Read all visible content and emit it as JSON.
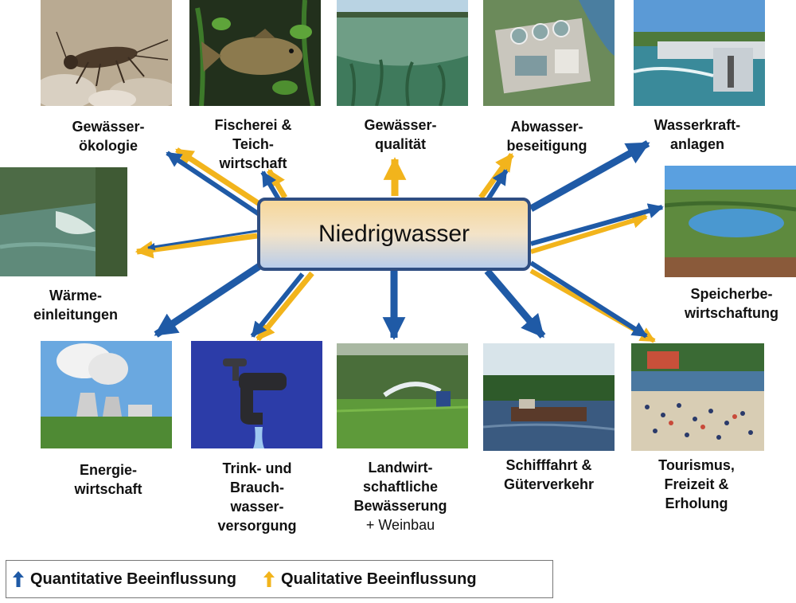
{
  "center": {
    "label": "Niedrigwasser"
  },
  "colors": {
    "quantitative": "#1f5aa6",
    "qualitative": "#f2b41c",
    "box_border": "#2f4e82"
  },
  "categories": [
    {
      "id": "gewaesseroekologie",
      "lines": [
        "Gewässer-",
        "ökologie"
      ],
      "icon": "insect-larva-icon",
      "effects": [
        "quantitative",
        "qualitative"
      ]
    },
    {
      "id": "fischerei",
      "lines": [
        "Fischerei &",
        "Teich-",
        "wirtschaft"
      ],
      "icon": "carp-fish-icon",
      "effects": [
        "quantitative",
        "qualitative"
      ]
    },
    {
      "id": "gewaesserqualitaet",
      "lines": [
        "Gewässer-",
        "qualität"
      ],
      "icon": "underwater-plants-icon",
      "effects": [
        "qualitative"
      ]
    },
    {
      "id": "abwasser",
      "lines": [
        "Abwasser-",
        "beseitigung"
      ],
      "icon": "sewage-plant-icon",
      "effects": [
        "quantitative",
        "qualitative"
      ]
    },
    {
      "id": "wasserkraft",
      "lines": [
        "Wasserkraft-",
        "anlagen"
      ],
      "icon": "hydropower-dam-icon",
      "effects": [
        "quantitative"
      ]
    },
    {
      "id": "speicher",
      "lines": [
        "Speicherbe-",
        "wirtschaftung"
      ],
      "icon": "reservoir-lake-icon",
      "effects": [
        "quantitative",
        "qualitative"
      ]
    },
    {
      "id": "waerme",
      "lines": [
        "Wärme-",
        "einleitungen"
      ],
      "icon": "river-weir-icon",
      "effects": [
        "quantitative",
        "qualitative"
      ]
    },
    {
      "id": "energie",
      "lines": [
        "Energie-",
        "wirtschaft"
      ],
      "icon": "cooling-tower-icon",
      "effects": [
        "quantitative"
      ]
    },
    {
      "id": "trinkwasser",
      "lines": [
        "Trink- und",
        "Brauch-",
        "wasser-",
        "versorgung"
      ],
      "icon": "water-tap-icon",
      "effects": [
        "quantitative",
        "qualitative"
      ]
    },
    {
      "id": "landwirtschaft",
      "lines": [
        "Landwirt-",
        "schaftliche",
        "Bewässerung"
      ],
      "sub": "+ Weinbau",
      "icon": "field-irrigation-icon",
      "effects": [
        "quantitative"
      ]
    },
    {
      "id": "schifffahrt",
      "lines": [
        "Schifffahrt &",
        "Güterverkehr"
      ],
      "icon": "cargo-ship-icon",
      "effects": [
        "quantitative"
      ]
    },
    {
      "id": "tourismus",
      "lines": [
        "Tourismus,",
        "Freizeit &",
        "Erholung"
      ],
      "icon": "beach-crowd-icon",
      "effects": [
        "quantitative",
        "qualitative"
      ]
    }
  ],
  "legend": {
    "quantitative": "Quantitative  Beeinflussung",
    "qualitative": "Qualitative  Beeinflussung"
  }
}
